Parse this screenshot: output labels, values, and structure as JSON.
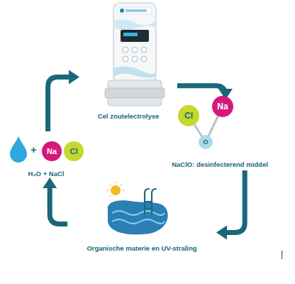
{
  "diagram": {
    "nodes": [
      {
        "text": [
          "Cel zoutelectrolyse"
        ]
      },
      {
        "text": [
          "NaClO: desinfecterend middel"
        ]
      },
      {
        "text": [
          "Cl"
        ],
        "in": 1
      },
      {
        "text": [
          "Na"
        ],
        "in": 1
      },
      {
        "text": [
          "O"
        ],
        "in": 1
      },
      {
        "text": [
          "Organische materie en UV-straling"
        ]
      },
      {
        "text": [
          "H₂O + NaCl"
        ]
      },
      {
        "text": [
          "Na"
        ],
        "in": 6
      },
      {
        "text": [
          "Cl"
        ],
        "in": 6
      }
    ],
    "edges": [
      {
        "from": 6,
        "to": 0,
        "arrow": "to"
      },
      {
        "from": 0,
        "to": 1,
        "arrow": "to"
      },
      {
        "from": 1,
        "to": 5,
        "arrow": "to"
      },
      {
        "from": 5,
        "to": 6,
        "arrow": "to"
      }
    ],
    "labels": [
      "+",
      "|"
    ]
  }
}
